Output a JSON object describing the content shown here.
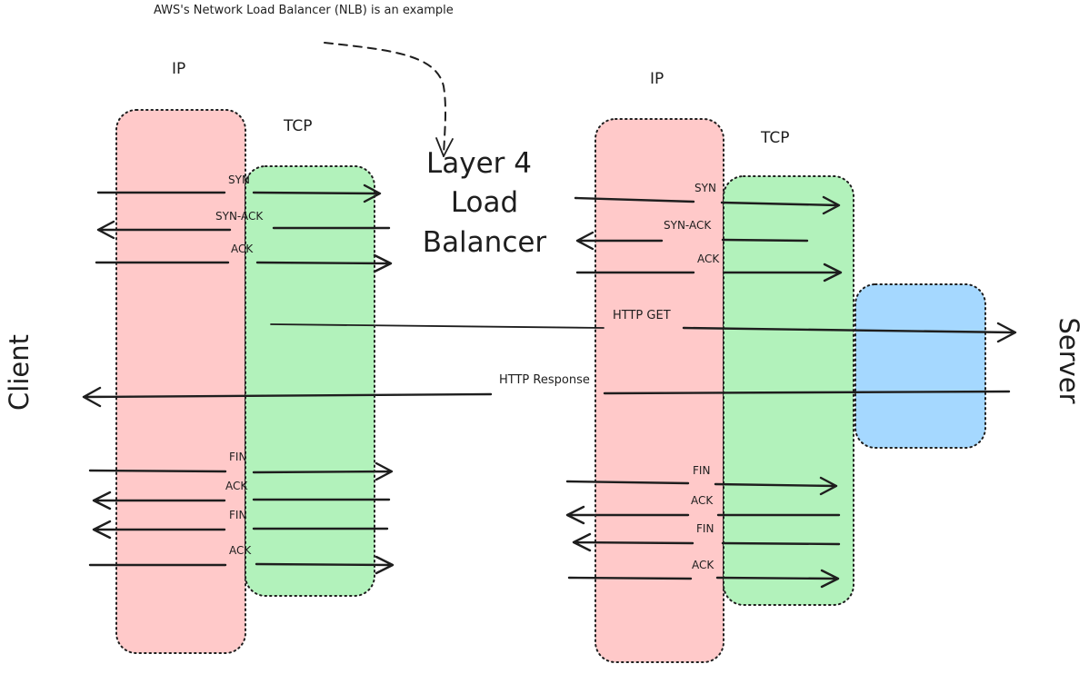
{
  "diagram": {
    "note": "AWS's Network Load Balancer (NLB) is an example",
    "title_lines": [
      "Layer 4",
      "Load",
      "Balancer"
    ],
    "client_label": "Client",
    "server_label": "Server",
    "left": {
      "ip_label": "IP",
      "tcp_label": "TCP",
      "handshake": [
        "SYN",
        "SYN-ACK",
        "ACK"
      ],
      "teardown": [
        "FIN",
        "ACK",
        "FIN",
        "ACK"
      ]
    },
    "right": {
      "ip_label": "IP",
      "tcp_label": "TCP",
      "handshake": [
        "SYN",
        "SYN-ACK",
        "ACK"
      ],
      "teardown": [
        "FIN",
        "ACK",
        "FIN",
        "ACK"
      ]
    },
    "http_get": "HTTP GET",
    "http_response": "HTTP Response"
  },
  "colors": {
    "ip_fill": "#ffc9c9",
    "tcp_fill": "#b2f2bb",
    "server_fill": "#a5d8ff",
    "stroke": "#1e1e1e"
  }
}
